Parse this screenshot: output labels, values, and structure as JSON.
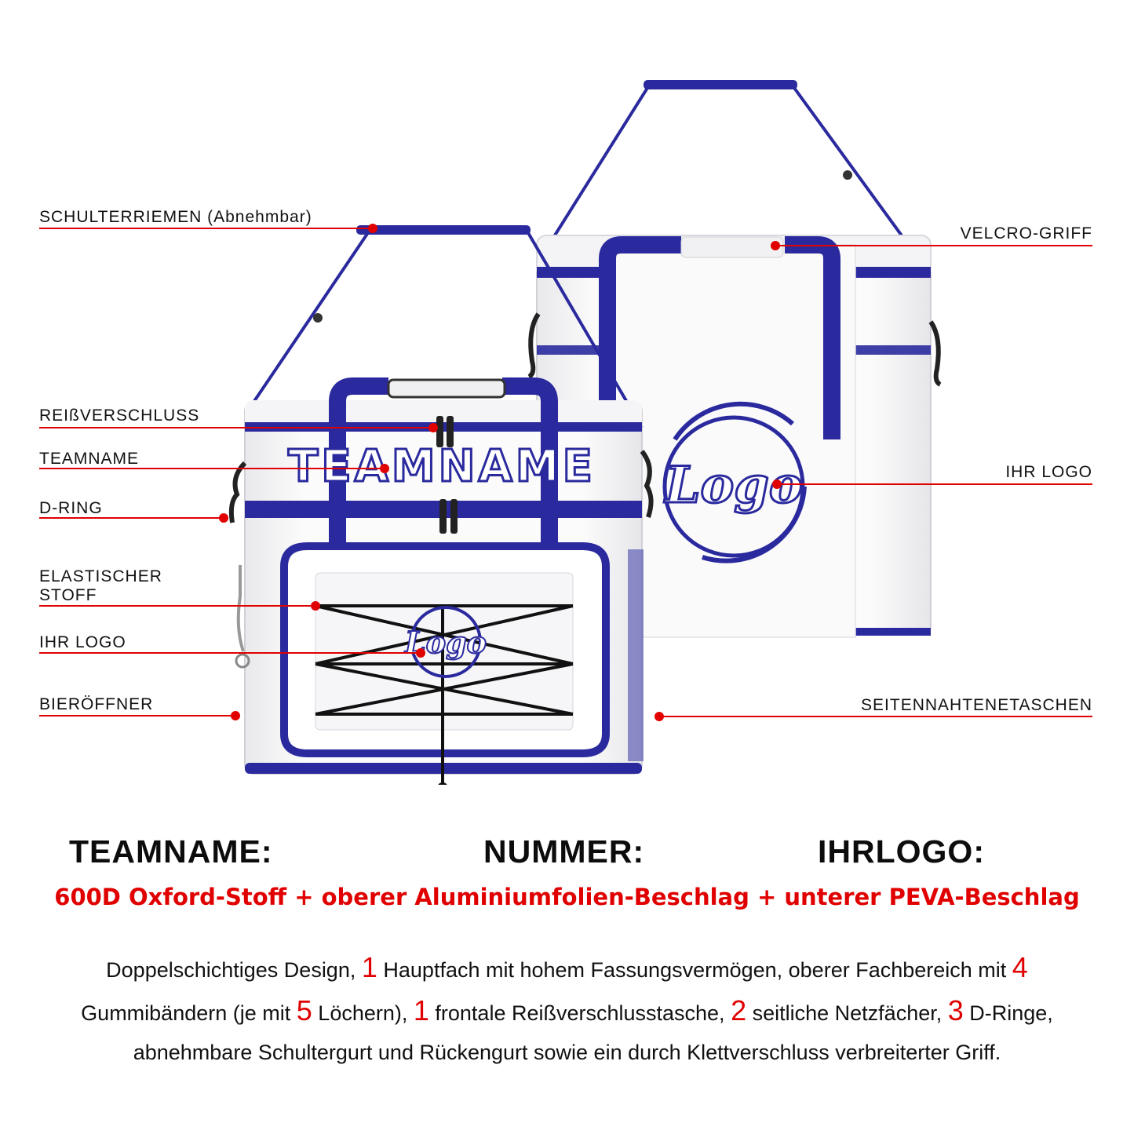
{
  "callouts_left": [
    {
      "id": "shoulder",
      "label": "SCHULTERRIEMEN (Abnehmbar)"
    },
    {
      "id": "zipper",
      "label": "REIßVERSCHLUSS"
    },
    {
      "id": "teamname",
      "label": "TEAMNAME"
    },
    {
      "id": "dring",
      "label": "D-RING"
    },
    {
      "id": "elastic_1",
      "label": "ELASTISCHER"
    },
    {
      "id": "elastic_2",
      "label": "STOFF"
    },
    {
      "id": "logo_front",
      "label": "IHR LOGO"
    },
    {
      "id": "opener",
      "label": "BIERÖFFNER"
    }
  ],
  "callouts_right": [
    {
      "id": "velcro",
      "label": "VELCRO-GRIFF"
    },
    {
      "id": "logo_back",
      "label": "IHR LOGO"
    },
    {
      "id": "side_pockets",
      "label": "SEITENNAHTENETASCHEN"
    }
  ],
  "bag_prints": {
    "front_teamname": "TEAMNAME",
    "front_logo": "Logo",
    "back_logo": "Logo"
  },
  "spec_headings": [
    "TEAMNAME:",
    "NUMMER:",
    "IHRLOGO:"
  ],
  "material_line": "600D Oxford-Stoff + oberer Aluminiumfolien-Beschlag + unterer PEVA-Beschlag",
  "description": {
    "line1": [
      {
        "t": "Doppelschichtiges Design, "
      },
      {
        "n": "1"
      },
      {
        "t": " Hauptfach mit hohem Fassungsvermögen, oberer Fachbereich mit "
      },
      {
        "n": "4"
      }
    ],
    "line2": [
      {
        "t": "Gummibändern (je mit "
      },
      {
        "n": "5"
      },
      {
        "t": " Löchern), "
      },
      {
        "n": "1"
      },
      {
        "t": " frontale Reißverschlusstasche, "
      },
      {
        "n": "2"
      },
      {
        "t": " seitliche Netzfächer, "
      },
      {
        "n": "3"
      },
      {
        "t": " D-Ringe,"
      }
    ],
    "line3": [
      {
        "t": "abnehmbare Schultergurt und Rückengurt sowie ein durch Klettverschluss verbreiterter Griff."
      }
    ]
  },
  "colors": {
    "navy": "#2a2a9e",
    "callout_red": "#e00000",
    "bag_white": "#f7f7f7"
  }
}
